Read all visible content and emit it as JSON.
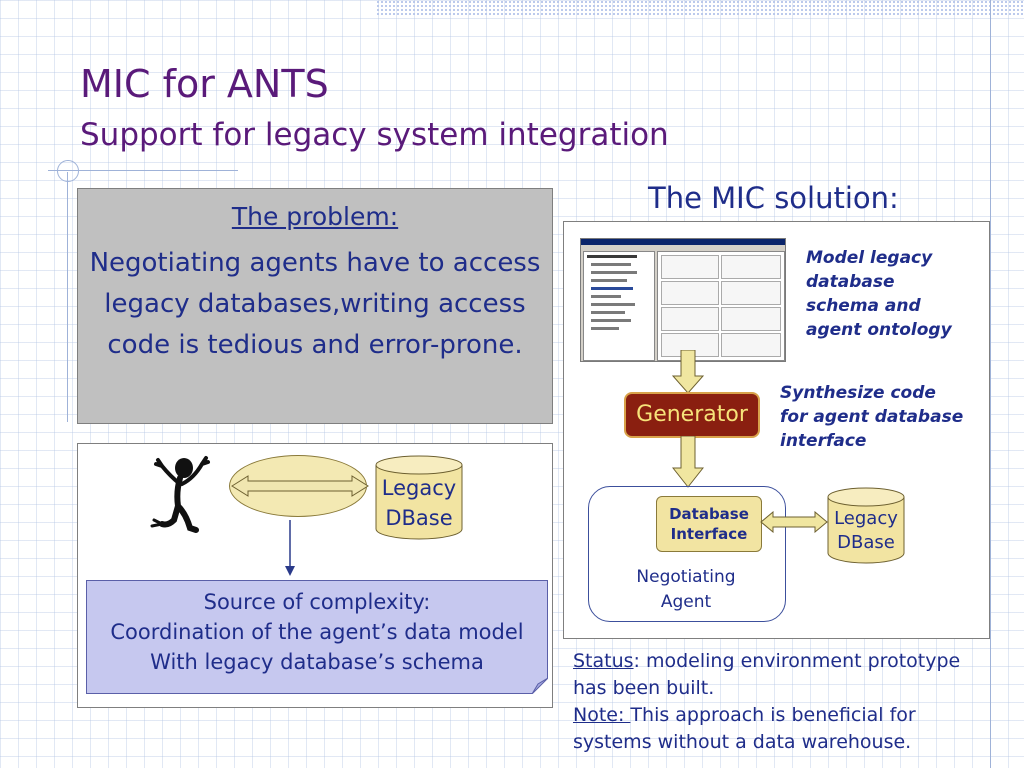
{
  "slide": {
    "title": "MIC for ANTS",
    "subtitle": "Support for legacy system integration"
  },
  "problem": {
    "heading": "The problem:",
    "text": "Negotiating agents have to access legacy databases,writing access code is tedious and error-prone."
  },
  "left_diagram": {
    "db_line1": "Legacy",
    "db_line2": "DBase",
    "note_line1": "Source of complexity:",
    "note_line2": "Coordination of the agent’s data model",
    "note_line3": "With legacy database’s schema"
  },
  "solution": {
    "title": "The MIC solution:",
    "model_text_1": "Model legacy",
    "model_text_2": "database",
    "model_text_3": "schema and",
    "model_text_4": "agent ontology",
    "synth_text_1": "Synthesize code",
    "synth_text_2": "for agent database",
    "synth_text_3": "interface",
    "generator_label": "Generator",
    "db_interface_1": "Database",
    "db_interface_2": "Interface",
    "agent_label_1": "Negotiating",
    "agent_label_2": "Agent",
    "db_line1": "Legacy",
    "db_line2": "DBase"
  },
  "status": {
    "status_label": "Status",
    "status_text": ": modeling environment prototype has been built.",
    "note_label": "Note: ",
    "note_text": "This approach is beneficial for systems without a data warehouse."
  },
  "colors": {
    "title": "#5a1a7a",
    "text": "#1f2d8a",
    "generator_bg": "#8a1f10",
    "generator_text": "#f6e37a",
    "cylinder": "#f2e4a2",
    "note_bg": "#c6c8ef",
    "problem_bg": "#c0c0c0"
  },
  "icons": {
    "figure": "stick-figure-icon",
    "arrow": "double-arrow-icon",
    "database": "database-cylinder-icon"
  }
}
